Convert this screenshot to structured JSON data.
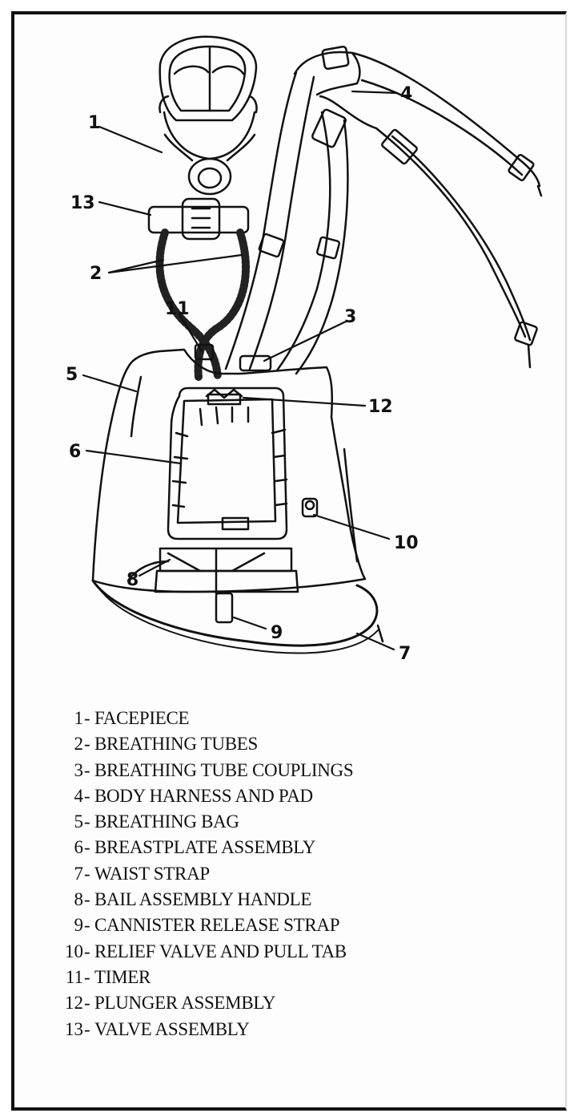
{
  "diagram": {
    "callouts": [
      {
        "id": "1",
        "label": "1"
      },
      {
        "id": "13",
        "label": "13"
      },
      {
        "id": "2",
        "label": "2"
      },
      {
        "id": "11",
        "label": "11"
      },
      {
        "id": "3",
        "label": "3"
      },
      {
        "id": "4",
        "label": "4"
      },
      {
        "id": "5",
        "label": "5"
      },
      {
        "id": "12",
        "label": "12"
      },
      {
        "id": "6",
        "label": "6"
      },
      {
        "id": "10",
        "label": "10"
      },
      {
        "id": "8",
        "label": "8"
      },
      {
        "id": "9",
        "label": "9"
      },
      {
        "id": "7",
        "label": "7"
      }
    ]
  },
  "legend": [
    {
      "num": "1",
      "sep": "-",
      "text": "FACEPIECE"
    },
    {
      "num": "2",
      "sep": "-",
      "text": "BREATHING TUBES"
    },
    {
      "num": "3",
      "sep": "-",
      "text": "BREATHING TUBE COUPLINGS"
    },
    {
      "num": "4",
      "sep": "-",
      "text": "BODY HARNESS AND PAD"
    },
    {
      "num": "5",
      "sep": "-",
      "text": "BREATHING BAG"
    },
    {
      "num": "6",
      "sep": "-",
      "text": "BREASTPLATE ASSEMBLY"
    },
    {
      "num": "7",
      "sep": "-",
      "text": "WAIST STRAP"
    },
    {
      "num": "8",
      "sep": "-",
      "text": "BAIL ASSEMBLY HANDLE"
    },
    {
      "num": "9",
      "sep": "-",
      "text": "CANNISTER RELEASE STRAP"
    },
    {
      "num": "10",
      "sep": "-",
      "text": "RELIEF VALVE AND PULL TAB"
    },
    {
      "num": "11",
      "sep": "-",
      "text": "TIMER"
    },
    {
      "num": "12",
      "sep": "-",
      "text": "PLUNGER ASSEMBLY"
    },
    {
      "num": "13",
      "sep": "-",
      "text": "VALVE ASSEMBLY"
    }
  ]
}
